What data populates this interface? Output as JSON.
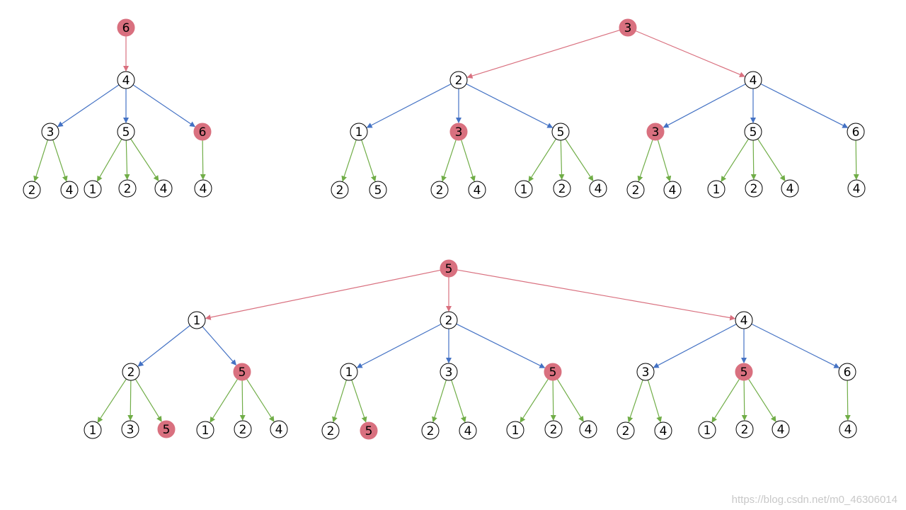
{
  "colors": {
    "highlight": "#d9707f",
    "level1_edge": "#4472c4",
    "level2_edge": "#70ad47",
    "node_stroke": "#000000"
  },
  "trees": [
    {
      "id": "tree-a",
      "nodes": [
        {
          "id": "a0",
          "label": "6",
          "hl": true
        },
        {
          "id": "a1",
          "label": "4"
        },
        {
          "id": "a2",
          "label": "3"
        },
        {
          "id": "a3",
          "label": "5"
        },
        {
          "id": "a4",
          "label": "6",
          "hl": true
        },
        {
          "id": "a5",
          "label": "2"
        },
        {
          "id": "a6",
          "label": "4"
        },
        {
          "id": "a7",
          "label": "1"
        },
        {
          "id": "a8",
          "label": "2"
        },
        {
          "id": "a9",
          "label": "4"
        },
        {
          "id": "a10",
          "label": "4"
        }
      ],
      "edges": [
        [
          "a0",
          "a1",
          "top"
        ],
        [
          "a1",
          "a2",
          "mid"
        ],
        [
          "a1",
          "a3",
          "mid"
        ],
        [
          "a1",
          "a4",
          "mid"
        ],
        [
          "a2",
          "a5",
          "leaf"
        ],
        [
          "a2",
          "a6",
          "leaf"
        ],
        [
          "a3",
          "a7",
          "leaf"
        ],
        [
          "a3",
          "a8",
          "leaf"
        ],
        [
          "a3",
          "a9",
          "leaf"
        ],
        [
          "a4",
          "a10",
          "leaf"
        ]
      ]
    },
    {
      "id": "tree-b",
      "nodes": [
        {
          "id": "b0",
          "label": "3",
          "hl": true
        },
        {
          "id": "b1",
          "label": "2"
        },
        {
          "id": "b2",
          "label": "4"
        },
        {
          "id": "b3",
          "label": "1"
        },
        {
          "id": "b4",
          "label": "3",
          "hl": true
        },
        {
          "id": "b5",
          "label": "5"
        },
        {
          "id": "b6",
          "label": "3",
          "hl": true
        },
        {
          "id": "b7",
          "label": "5"
        },
        {
          "id": "b8",
          "label": "6"
        },
        {
          "id": "b9",
          "label": "2"
        },
        {
          "id": "b10",
          "label": "5"
        },
        {
          "id": "b11",
          "label": "2"
        },
        {
          "id": "b12",
          "label": "4"
        },
        {
          "id": "b13",
          "label": "1"
        },
        {
          "id": "b14",
          "label": "2"
        },
        {
          "id": "b15",
          "label": "4"
        },
        {
          "id": "b16",
          "label": "2"
        },
        {
          "id": "b17",
          "label": "4"
        },
        {
          "id": "b18",
          "label": "1"
        },
        {
          "id": "b19",
          "label": "2"
        },
        {
          "id": "b20",
          "label": "4"
        },
        {
          "id": "b21",
          "label": "4"
        }
      ],
      "edges": [
        [
          "b0",
          "b1",
          "top"
        ],
        [
          "b0",
          "b2",
          "top"
        ],
        [
          "b1",
          "b3",
          "mid"
        ],
        [
          "b1",
          "b4",
          "mid"
        ],
        [
          "b1",
          "b5",
          "mid"
        ],
        [
          "b2",
          "b6",
          "mid"
        ],
        [
          "b2",
          "b7",
          "mid"
        ],
        [
          "b2",
          "b8",
          "mid"
        ],
        [
          "b3",
          "b9",
          "leaf"
        ],
        [
          "b3",
          "b10",
          "leaf"
        ],
        [
          "b4",
          "b11",
          "leaf"
        ],
        [
          "b4",
          "b12",
          "leaf"
        ],
        [
          "b5",
          "b13",
          "leaf"
        ],
        [
          "b5",
          "b14",
          "leaf"
        ],
        [
          "b5",
          "b15",
          "leaf"
        ],
        [
          "b6",
          "b16",
          "leaf"
        ],
        [
          "b6",
          "b17",
          "leaf"
        ],
        [
          "b7",
          "b18",
          "leaf"
        ],
        [
          "b7",
          "b19",
          "leaf"
        ],
        [
          "b7",
          "b20",
          "leaf"
        ],
        [
          "b8",
          "b21",
          "leaf"
        ]
      ]
    },
    {
      "id": "tree-c",
      "nodes": [
        {
          "id": "c0",
          "label": "5",
          "hl": true
        },
        {
          "id": "c1",
          "label": "1"
        },
        {
          "id": "c2",
          "label": "2"
        },
        {
          "id": "c3",
          "label": "4"
        },
        {
          "id": "c4",
          "label": "2"
        },
        {
          "id": "c5",
          "label": "5",
          "hl": true
        },
        {
          "id": "c6",
          "label": "1"
        },
        {
          "id": "c7",
          "label": "3"
        },
        {
          "id": "c8",
          "label": "5",
          "hl": true
        },
        {
          "id": "c9",
          "label": "3"
        },
        {
          "id": "c10",
          "label": "5",
          "hl": true
        },
        {
          "id": "c11",
          "label": "6"
        },
        {
          "id": "c12",
          "label": "1"
        },
        {
          "id": "c13",
          "label": "3"
        },
        {
          "id": "c14",
          "label": "5",
          "hl": true
        },
        {
          "id": "c15",
          "label": "1"
        },
        {
          "id": "c16",
          "label": "2"
        },
        {
          "id": "c17",
          "label": "4"
        },
        {
          "id": "c18",
          "label": "2"
        },
        {
          "id": "c19",
          "label": "5",
          "hl": true
        },
        {
          "id": "c20",
          "label": "2"
        },
        {
          "id": "c21",
          "label": "4"
        },
        {
          "id": "c22",
          "label": "1"
        },
        {
          "id": "c23",
          "label": "2"
        },
        {
          "id": "c24",
          "label": "4"
        },
        {
          "id": "c25",
          "label": "2"
        },
        {
          "id": "c26",
          "label": "4"
        },
        {
          "id": "c27",
          "label": "1"
        },
        {
          "id": "c28",
          "label": "2"
        },
        {
          "id": "c29",
          "label": "4"
        },
        {
          "id": "c30",
          "label": "4"
        }
      ],
      "edges": [
        [
          "c0",
          "c1",
          "top"
        ],
        [
          "c0",
          "c2",
          "top"
        ],
        [
          "c0",
          "c3",
          "top"
        ],
        [
          "c1",
          "c4",
          "mid"
        ],
        [
          "c1",
          "c5",
          "mid"
        ],
        [
          "c2",
          "c6",
          "mid"
        ],
        [
          "c2",
          "c7",
          "mid"
        ],
        [
          "c2",
          "c8",
          "mid"
        ],
        [
          "c3",
          "c9",
          "mid"
        ],
        [
          "c3",
          "c10",
          "mid"
        ],
        [
          "c3",
          "c11",
          "mid"
        ],
        [
          "c4",
          "c12",
          "leaf"
        ],
        [
          "c4",
          "c13",
          "leaf"
        ],
        [
          "c4",
          "c14",
          "leaf"
        ],
        [
          "c5",
          "c15",
          "leaf"
        ],
        [
          "c5",
          "c16",
          "leaf"
        ],
        [
          "c5",
          "c17",
          "leaf"
        ],
        [
          "c6",
          "c18",
          "leaf"
        ],
        [
          "c6",
          "c19",
          "leaf"
        ],
        [
          "c7",
          "c20",
          "leaf"
        ],
        [
          "c7",
          "c21",
          "leaf"
        ],
        [
          "c8",
          "c22",
          "leaf"
        ],
        [
          "c8",
          "c23",
          "leaf"
        ],
        [
          "c8",
          "c24",
          "leaf"
        ],
        [
          "c9",
          "c25",
          "leaf"
        ],
        [
          "c9",
          "c26",
          "leaf"
        ],
        [
          "c10",
          "c27",
          "leaf"
        ],
        [
          "c10",
          "c28",
          "leaf"
        ],
        [
          "c10",
          "c29",
          "leaf"
        ],
        [
          "c11",
          "c30",
          "leaf"
        ]
      ]
    }
  ],
  "watermark": "https://blog.csdn.net/m0_46306014"
}
